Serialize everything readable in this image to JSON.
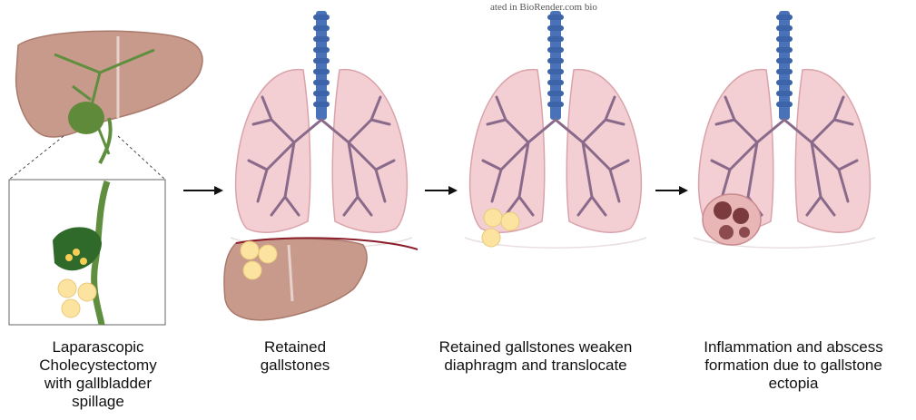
{
  "header": {
    "watermark_text": "ated in BioRender.com   bio"
  },
  "colors": {
    "liver": "#c89a8c",
    "liver_edge": "#a97a6c",
    "bile_duct": "#5f8f3e",
    "gallbladder": "#2f6a2a",
    "stone": "#fde3a0",
    "stone_edge": "#e9c87a",
    "trachea": "#4a72b8",
    "lung": "#f3cfd4",
    "lung_edge": "#d9a3aa",
    "bronchi": "#8a6a8a",
    "abscess": "#7a3a3e",
    "diaphragm": "#8b1e2a",
    "arrow": "#111111"
  },
  "stages": [
    {
      "caption": "Laparascopic\nCholecystectomy\nwith gallbladder\nspillage"
    },
    {
      "caption": "Retained\ngallstones"
    },
    {
      "caption": "Retained gallstones weaken\ndiaphragm and translocate"
    },
    {
      "caption": "Inflammation and abscess\nformation due to gallstone\nectopia"
    }
  ]
}
